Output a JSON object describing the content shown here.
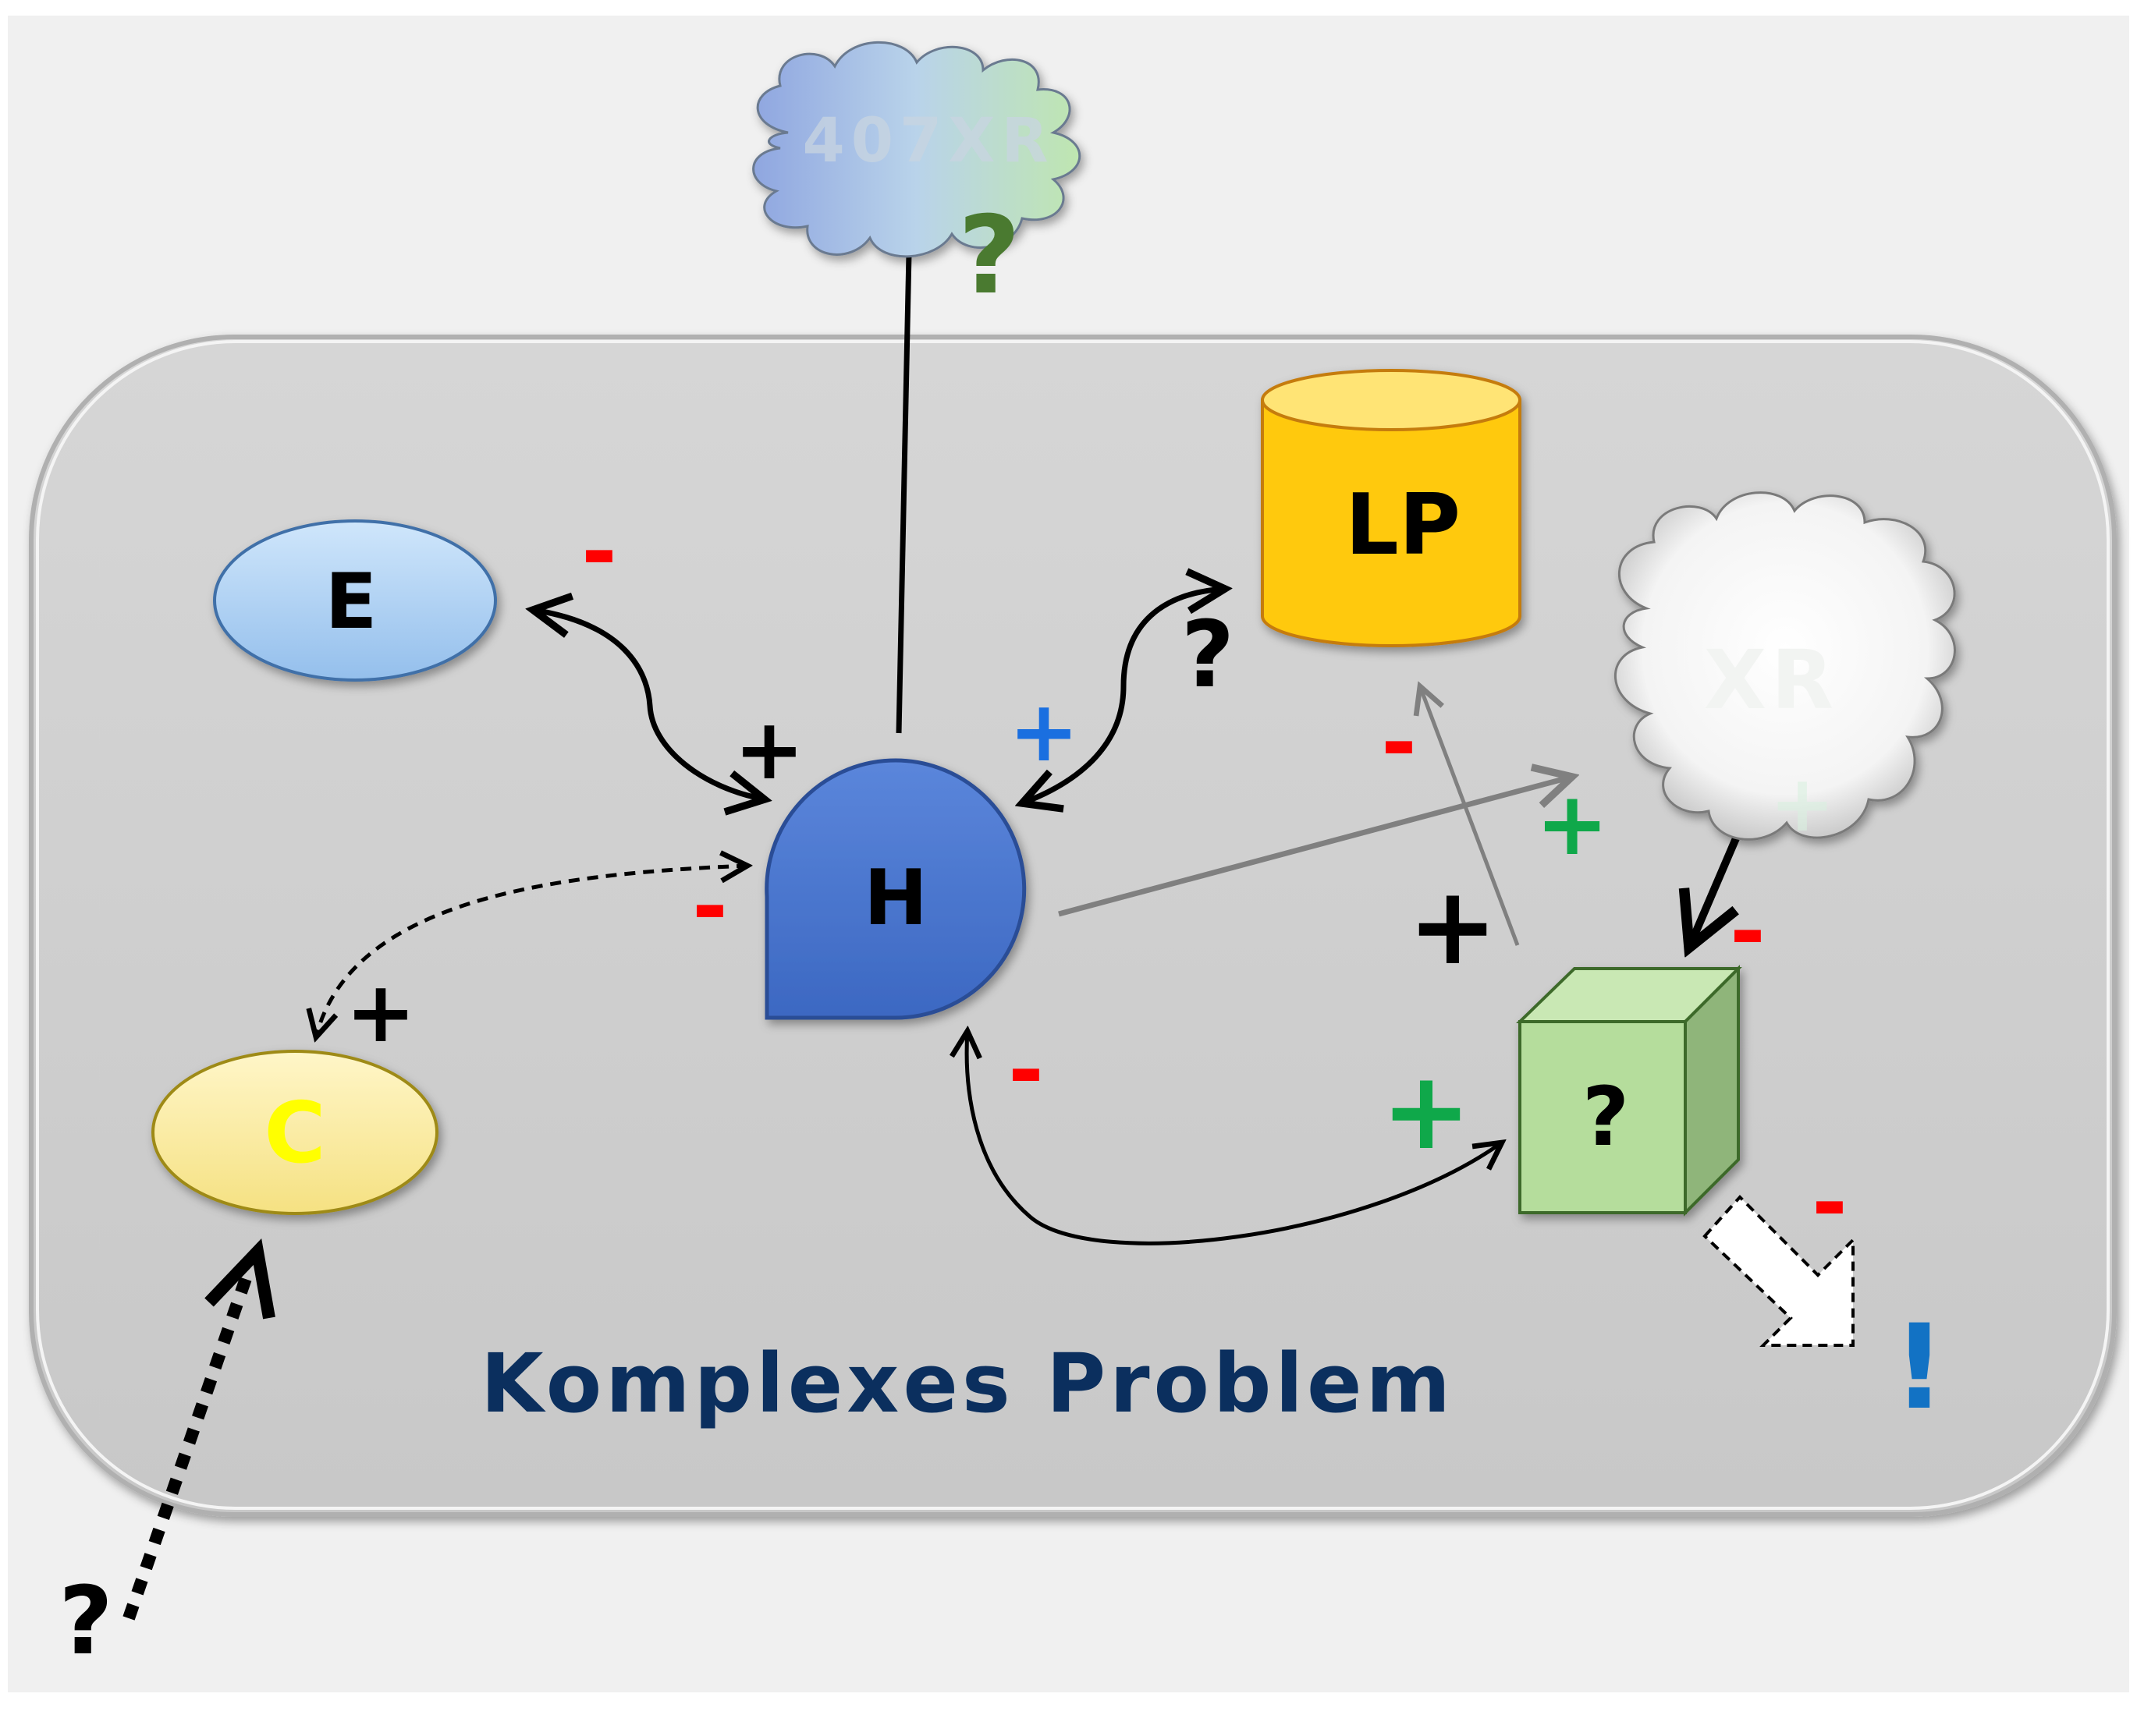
{
  "title": "Komplexes Problem",
  "nodes": {
    "h": "H",
    "e": "E",
    "c": "C",
    "lp": "LP",
    "xr": "XR",
    "cloud_top": "407XR",
    "cube": "?"
  },
  "signs": {
    "e_minus": "-",
    "e_plus": "+",
    "lp_plus": "+",
    "lp_question": "?",
    "h_minus": "-",
    "c_plus": "+",
    "lp_minus": "-",
    "xr_plus": "+",
    "xr_plus_faint": "+",
    "cube_plus_black": "+",
    "xr_minus": "-",
    "cube_plus_green": "+",
    "h_bottom_minus": "-",
    "output_minus": "-",
    "cloud_question": "?",
    "external_question": "?",
    "exclamation": "!"
  },
  "colors": {
    "background": "#f0f0f0",
    "panel": "#cccccc",
    "h_node": "#4e7ad0",
    "e_node": "#a8cdf2",
    "c_node": "#fdee9e",
    "c_label": "#ffff00",
    "lp_node": "#ffc90e",
    "cube": "#b5dd9c",
    "title": "#0b2f5e",
    "minus": "#ff0000",
    "plus_blue": "#1a6fe0",
    "plus_green": "#0fa84a",
    "question_green": "#4a7a30",
    "exclamation": "#1272c4"
  }
}
